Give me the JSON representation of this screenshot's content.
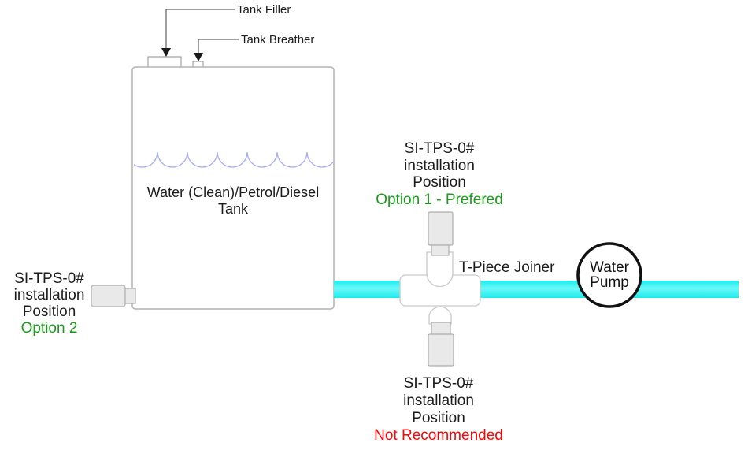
{
  "colors": {
    "pipe": "#35f4f4",
    "water_level_wave": "#a6acf5",
    "option_green": "#1a9c1a",
    "warning_red": "#fe0505",
    "sensor_fill": "#e9e9e9",
    "pump_outline": "#111111"
  },
  "tank": {
    "label": [
      "Water (Clean)/Petrol/Diesel",
      "Tank"
    ],
    "filler_label": "Tank Filler",
    "breather_label": "Tank Breather"
  },
  "pipe": {
    "t_piece_label": "T-Piece Joiner",
    "pump_label": [
      "Water",
      "Pump"
    ]
  },
  "annotations": {
    "option1": {
      "lines": [
        "SI-TPS-0#",
        "installation",
        "Position"
      ],
      "status": "Option 1 - Prefered"
    },
    "option2": {
      "lines": [
        "SI-TPS-0#",
        "installation",
        "Position"
      ],
      "status": "Option 2"
    },
    "not_recommended": {
      "lines": [
        "SI-TPS-0#",
        "installation",
        "Position"
      ],
      "status": "Not Recommended"
    }
  }
}
